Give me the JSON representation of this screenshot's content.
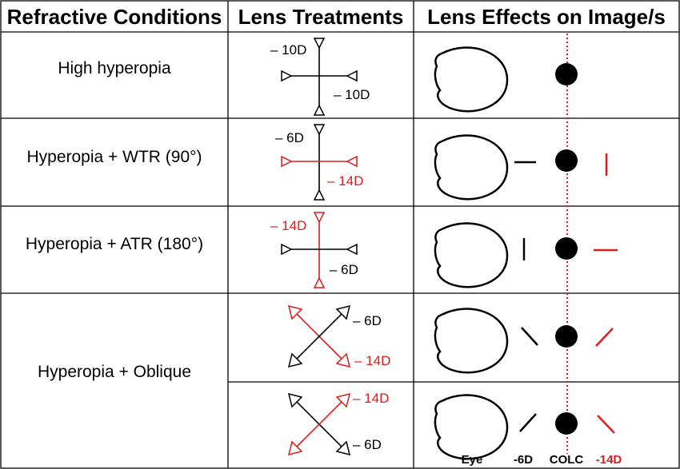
{
  "headers": {
    "conditions": "Refractive Conditions",
    "treatments": "Lens Treatments",
    "effects": "Lens Effects on Image/s"
  },
  "rows": [
    {
      "condition": "High hyperopia",
      "power_a": "– 10D",
      "power_b": "– 10D"
    },
    {
      "condition": "Hyperopia + WTR (90°)",
      "power_a": "– 6D",
      "power_b": "– 14D"
    },
    {
      "condition": "Hyperopia + ATR (180°)",
      "power_a": "– 14D",
      "power_b": "– 6D"
    },
    {
      "condition": "Hyperopia + Oblique",
      "sub": [
        {
          "power_a": "– 6D",
          "power_b": "– 14D"
        },
        {
          "power_a": "– 14D",
          "power_b": "– 6D"
        }
      ]
    }
  ],
  "footer": {
    "eye": "Eye",
    "minus6": "-6D",
    "colc": "COLC",
    "minus14": "-14D"
  },
  "colors": {
    "line": "#000000",
    "accent": "#e01b1b",
    "grid": "#000000"
  }
}
